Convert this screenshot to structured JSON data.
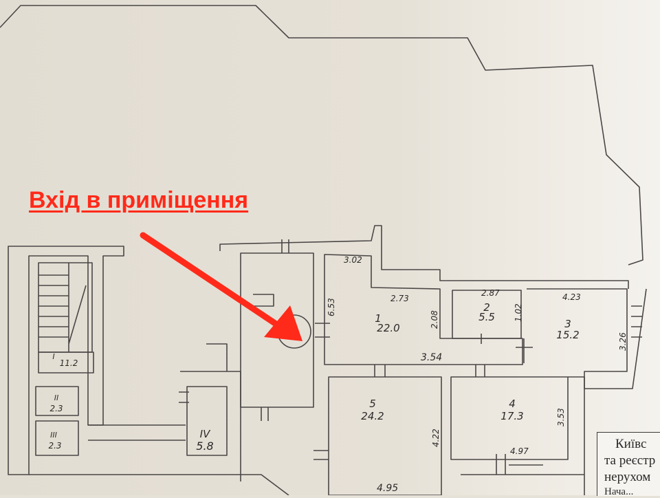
{
  "annotation": {
    "text": "Вхід в приміщення",
    "color": "#ff2a1a"
  },
  "rooms": [
    {
      "id": "room-1",
      "number": "1",
      "area": "22.0"
    },
    {
      "id": "room-2",
      "number": "2",
      "area": "5.5"
    },
    {
      "id": "room-3",
      "number": "3",
      "area": "15.2"
    },
    {
      "id": "room-4",
      "number": "4",
      "area": "17.3"
    },
    {
      "id": "room-5",
      "number": "5",
      "area": "24.2"
    },
    {
      "id": "room-iv",
      "number": "IV",
      "area": "5.8"
    },
    {
      "id": "room-i",
      "number": "I",
      "area": "11.2"
    },
    {
      "id": "room-ii",
      "number": "II",
      "area": "2.3"
    },
    {
      "id": "room-iii",
      "number": "III",
      "area": "2.3"
    }
  ],
  "dimensions": [
    "3.02",
    "2.73",
    "2.87",
    "4.23",
    "3.54",
    "4.97",
    "4.95",
    "2.08",
    "1.02",
    "3.26",
    "4.22",
    "3.53",
    "6.53"
  ],
  "stamp": {
    "lines": [
      "Київс",
      "та реєстр",
      "нерухом",
      "Нача..."
    ]
  }
}
